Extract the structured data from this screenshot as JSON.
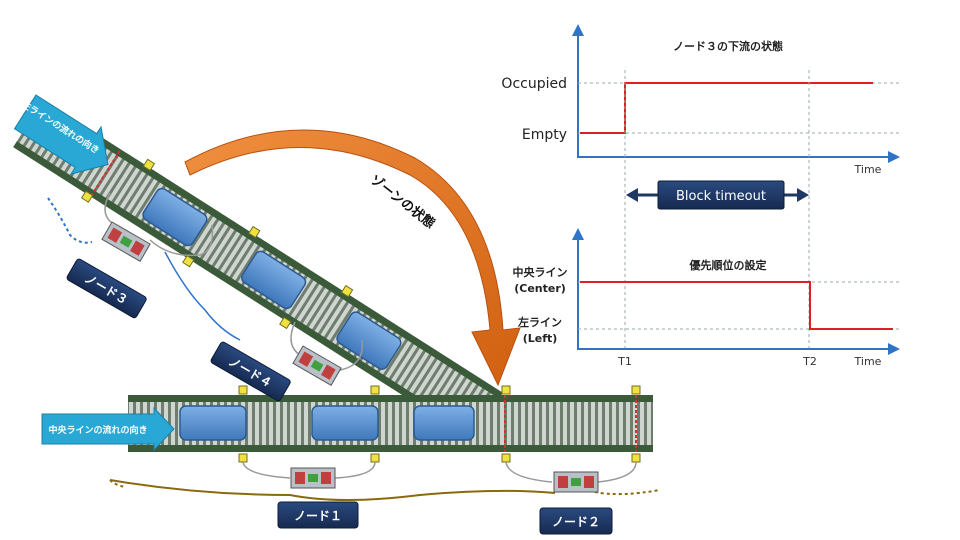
{
  "nodes": [
    {
      "id": "node1",
      "label": "ノード１"
    },
    {
      "id": "node2",
      "label": "ノード２"
    },
    {
      "id": "node3",
      "label": "ノード３"
    },
    {
      "id": "node4",
      "label": "ノード４"
    }
  ],
  "flows": {
    "left_line": "左ラインの流れの向き",
    "center_line": "中央ラインの流れの向き"
  },
  "zone_state_label": "ゾーンの状態",
  "charts": {
    "top": {
      "title": "ノード３の下流の状態",
      "y_high": "Occupied",
      "y_low": "Empty",
      "x_label": "Time"
    },
    "bottom": {
      "title": "優先順位の設定",
      "y_high_line1": "中央ライン",
      "y_high_line2": "(Center)",
      "y_low_line1": "左ライン",
      "y_low_line2": "(Left)",
      "x_label": "Time",
      "t1": "T1",
      "t2": "T2"
    },
    "block_timeout": "Block timeout"
  },
  "colors": {
    "signal": "#e02020",
    "axis": "#2e75c8",
    "node_box": "#1f3864",
    "flow_arrow": "#29a8d6",
    "curve_arrow": "#e07020",
    "rail": "#3a5a3a",
    "carton": "#4a86c8"
  }
}
